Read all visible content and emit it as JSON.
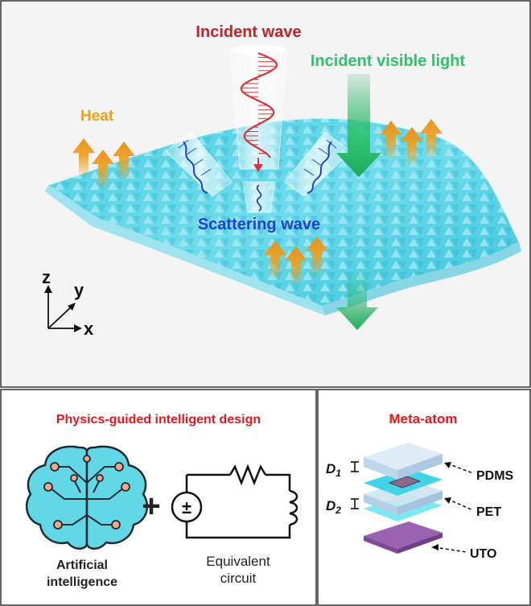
{
  "top_panel": {
    "incident_wave": "Incident wave",
    "incident_visible_light": "Incident visible light",
    "heat": "Heat",
    "scattering_wave": "Scattering wave",
    "axes": {
      "z": "z",
      "y": "y",
      "x": "x"
    }
  },
  "bottom_left_panel": {
    "title": "Physics-guided intelligent design",
    "plus": "+",
    "ai_label_line1": "Artificial",
    "ai_label_line2": "intelligence",
    "circuit_label_line1": "Equivalent",
    "circuit_label_line2": "circuit",
    "source_symbol": "±"
  },
  "bottom_right_panel": {
    "title": "Meta-atom",
    "d1_letter": "D",
    "d1_sub": "1",
    "d2_letter": "D",
    "d2_sub": "2",
    "layers": [
      "PDMS",
      "PET",
      "UTO"
    ]
  },
  "colors": {
    "incident": "#c0242b",
    "visible_light": "#2ec26b",
    "heat": "#f0a01e",
    "scattering": "#1f3fd6",
    "title_red": "#e8161b",
    "sheet": "#5fd3e6",
    "brain": "#62d8e6"
  }
}
